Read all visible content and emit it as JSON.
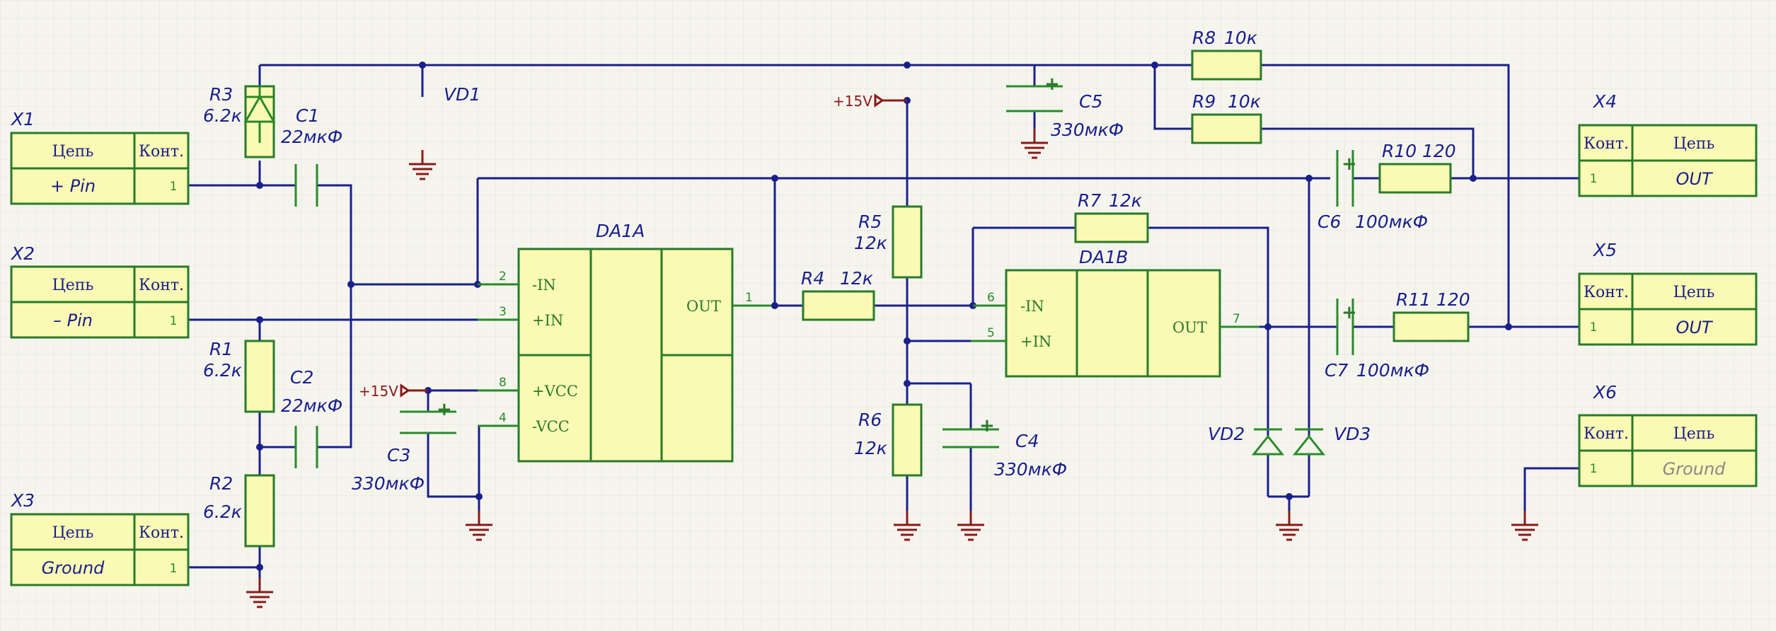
{
  "colors": {
    "background": "#f5f5ee",
    "grid": "#e3e3d8",
    "wire": "#1a1f8c",
    "pin": "#2a8a2a",
    "body_fill": "#fafab4",
    "body_stroke": "#2a7a2a",
    "power": "#8a1a1a"
  },
  "connectors": {
    "header_net": "Цепь",
    "header_pin": "Конт.",
    "x1": {
      "ref": "X1",
      "net": "+ Pin",
      "pin": "1"
    },
    "x2": {
      "ref": "X2",
      "net": "– Pin",
      "pin": "1"
    },
    "x3": {
      "ref": "X3",
      "net": "Ground",
      "pin": "1"
    },
    "x4": {
      "ref": "X4",
      "net": "OUT",
      "pin": "1"
    },
    "x5": {
      "ref": "X5",
      "net": "OUT",
      "pin": "1"
    },
    "x6": {
      "ref": "X6",
      "net": "Ground",
      "pin": "1"
    }
  },
  "resistors": {
    "r1": {
      "ref": "R1",
      "value": "6.2к"
    },
    "r2": {
      "ref": "R2",
      "value": "6.2к"
    },
    "r3": {
      "ref": "R3",
      "value": "6.2к"
    },
    "r4": {
      "ref": "R4",
      "value": "12к"
    },
    "r5": {
      "ref": "R5",
      "value": "12к"
    },
    "r6": {
      "ref": "R6",
      "value": "12к"
    },
    "r7": {
      "ref": "R7",
      "value": "12к"
    },
    "r8": {
      "ref": "R8",
      "value": "10к"
    },
    "r9": {
      "ref": "R9",
      "value": "10к"
    },
    "r10": {
      "ref": "R10",
      "value": "120"
    },
    "r11": {
      "ref": "R11",
      "value": "120"
    }
  },
  "capacitors": {
    "c1": {
      "ref": "C1",
      "value": "22мкФ"
    },
    "c2": {
      "ref": "C2",
      "value": "22мкФ"
    },
    "c3": {
      "ref": "C3",
      "value": "330мкФ"
    },
    "c4": {
      "ref": "C4",
      "value": "330мкФ"
    },
    "c5": {
      "ref": "C5",
      "value": "330мкФ"
    },
    "c6": {
      "ref": "C6",
      "value": "100мкФ"
    },
    "c7": {
      "ref": "C7",
      "value": "100мкФ"
    },
    "polarity": "+"
  },
  "diodes": {
    "vd1": "VD1",
    "vd2": "VD2",
    "vd3": "VD3"
  },
  "power": {
    "label": "+15V"
  },
  "opamps": {
    "da1a": {
      "ref": "DA1A",
      "pins": {
        "in_neg": "-IN",
        "in_pos": "+IN",
        "vcc_pos": "+VCC",
        "vcc_neg": "-VCC",
        "out": "OUT"
      },
      "pin_numbers": {
        "in_neg": "2",
        "in_pos": "3",
        "vcc_pos": "8",
        "vcc_neg": "4",
        "out": "1"
      }
    },
    "da1b": {
      "ref": "DA1B",
      "pins": {
        "in_neg": "-IN",
        "in_pos": "+IN",
        "out": "OUT"
      },
      "pin_numbers": {
        "in_neg": "6",
        "in_pos": "5",
        "out": "7"
      }
    }
  }
}
